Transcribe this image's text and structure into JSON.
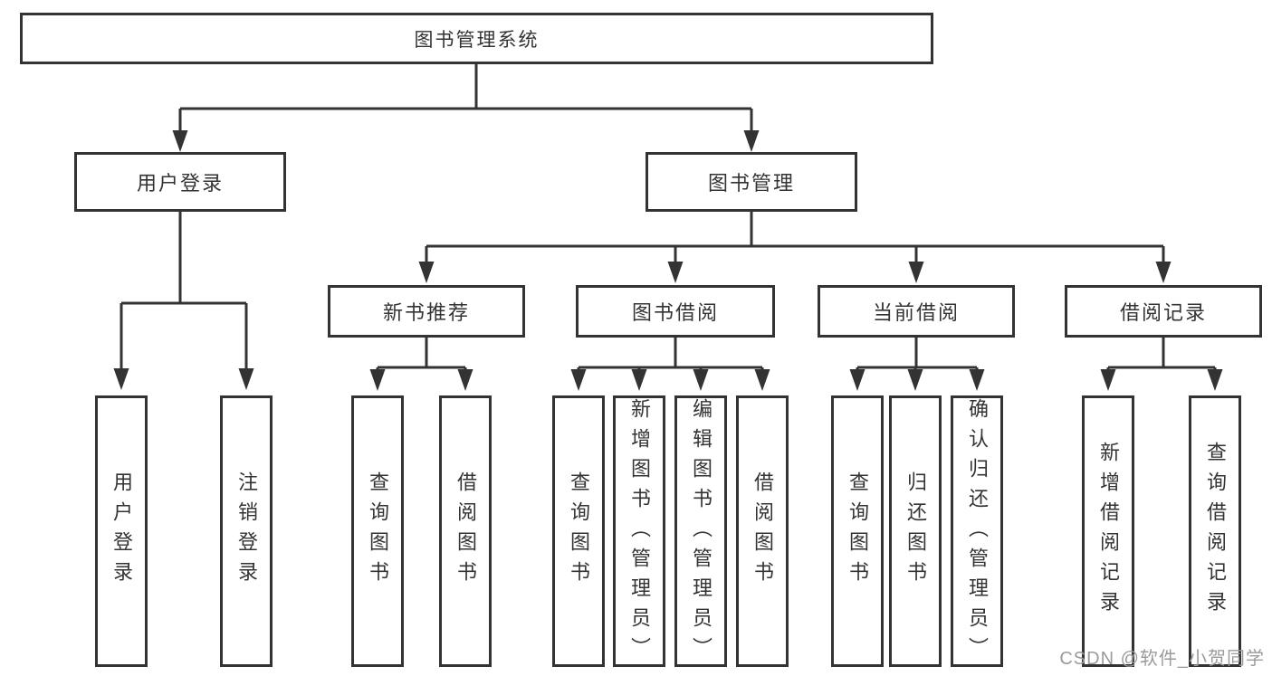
{
  "colors": {
    "line": "#333333",
    "text": "#333333",
    "box_background": "#ffffff",
    "page_background": "#ffffff",
    "watermark": "#9b9b9b"
  },
  "tree": {
    "label": "图书管理系统",
    "children": [
      {
        "label": "用户登录",
        "children": [
          {
            "label": "用户登录"
          },
          {
            "label": "注销登录"
          }
        ]
      },
      {
        "label": "图书管理",
        "children": [
          {
            "label": "新书推荐",
            "children": [
              {
                "label": "查询图书"
              },
              {
                "label": "借阅图书"
              }
            ]
          },
          {
            "label": "图书借阅",
            "children": [
              {
                "label": "查询图书"
              },
              {
                "label": "新增图书（管理员）"
              },
              {
                "label": "编辑图书（管理员）"
              },
              {
                "label": "借阅图书"
              }
            ]
          },
          {
            "label": "当前借阅",
            "children": [
              {
                "label": "查询图书"
              },
              {
                "label": "归还图书"
              },
              {
                "label": "确认归还（管理员）"
              }
            ]
          },
          {
            "label": "借阅记录",
            "children": [
              {
                "label": "新增借阅记录"
              },
              {
                "label": "查询借阅记录"
              }
            ]
          }
        ]
      }
    ]
  },
  "watermark": "CSDN @软件_小贺同学"
}
